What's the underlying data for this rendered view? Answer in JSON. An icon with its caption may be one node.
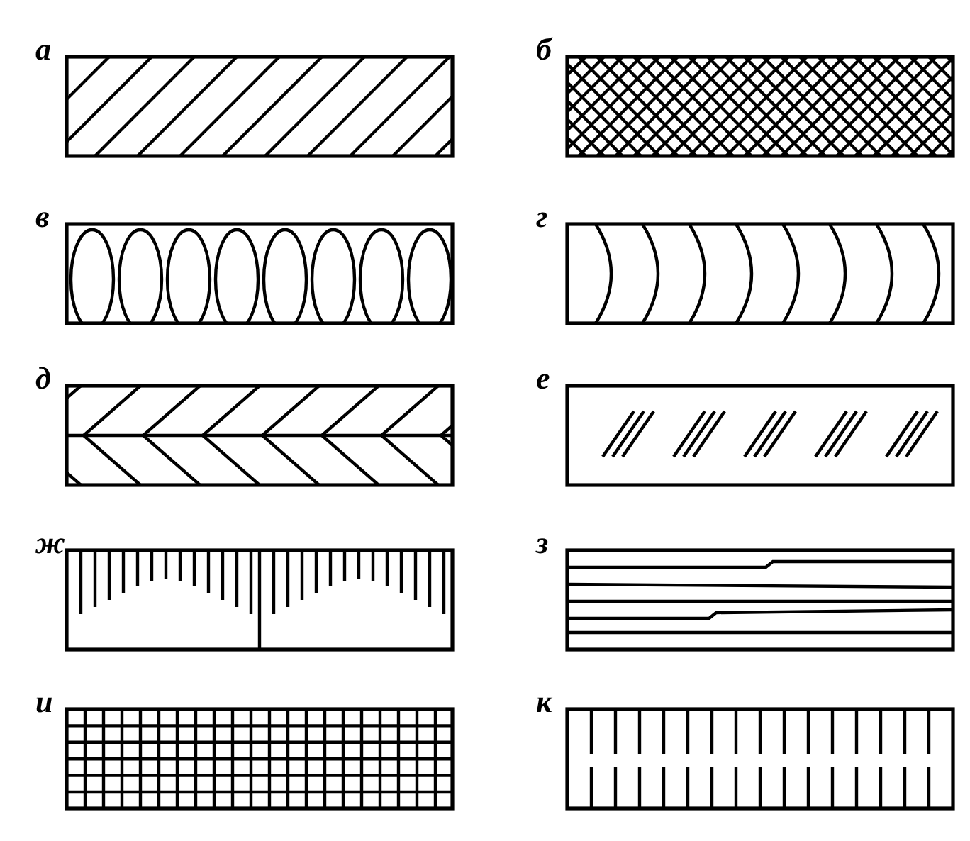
{
  "diagram": {
    "nodes": [
      {
        "text": [
          "а"
        ]
      },
      {
        "text": [
          "б"
        ]
      },
      {
        "text": [
          "в"
        ]
      },
      {
        "text": [
          "г"
        ]
      },
      {
        "text": [
          "д"
        ]
      },
      {
        "text": [
          "е"
        ]
      },
      {
        "text": [
          "ж"
        ]
      },
      {
        "text": [
          "з"
        ]
      },
      {
        "text": [
          "и"
        ]
      },
      {
        "text": [
          "к"
        ]
      }
    ]
  }
}
